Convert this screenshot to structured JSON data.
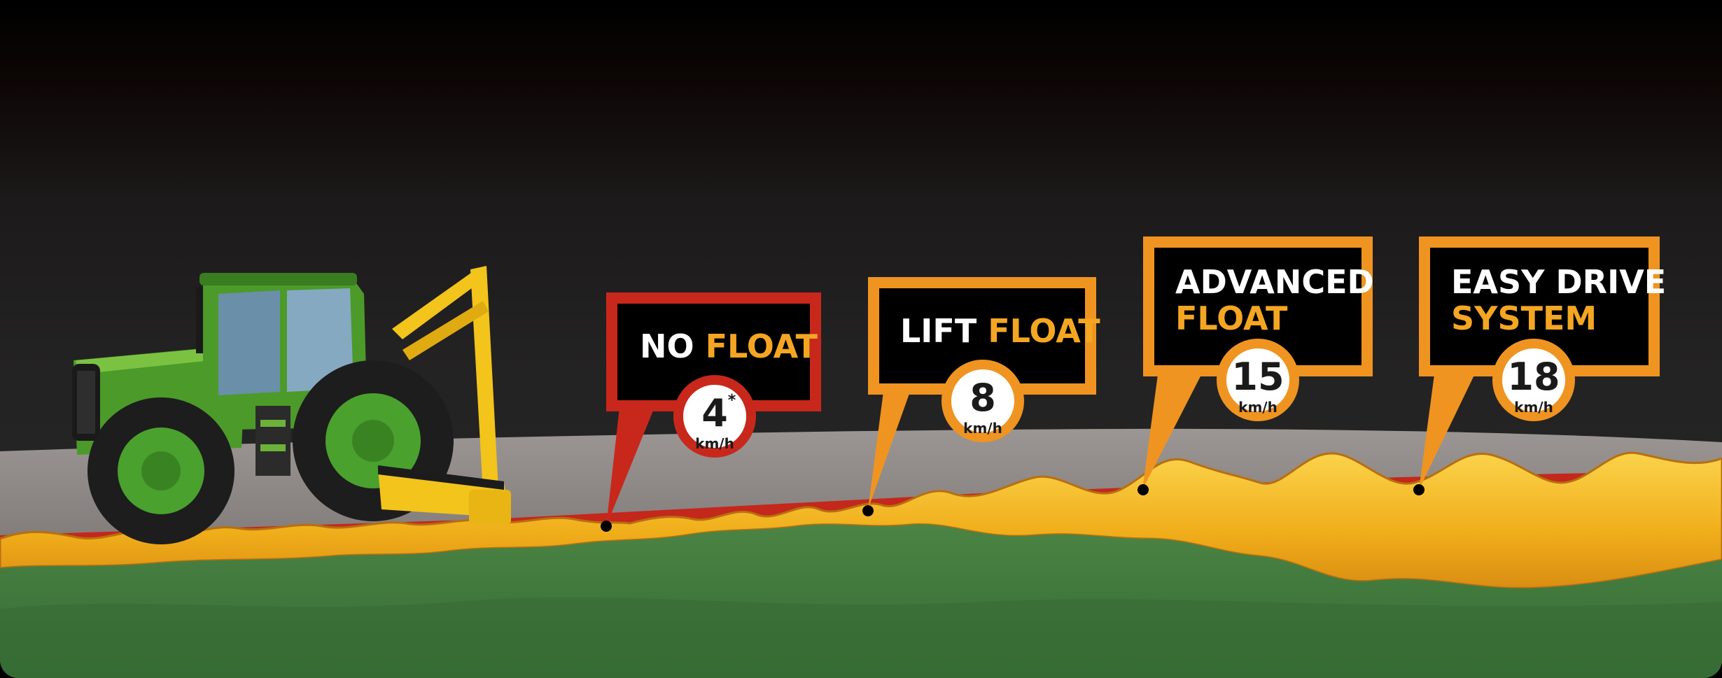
{
  "callouts": [
    {
      "id": "no-float",
      "line1": "NO",
      "line2": "FLOAT",
      "speed": "4",
      "marker": "*",
      "unit": "km/h",
      "color": "#c8281c"
    },
    {
      "id": "lift-float",
      "line1": "LIFT",
      "line2": "FLOAT",
      "speed": "8",
      "marker": "",
      "unit": "km/h",
      "color": "#ef9421"
    },
    {
      "id": "advanced-float",
      "line1": "ADVANCED",
      "line2": "FLOAT",
      "speed": "15",
      "marker": "",
      "unit": "km/h",
      "color": "#ef9421"
    },
    {
      "id": "easy-drive",
      "line1": "EASY DRIVE",
      "line2": "SYSTEM",
      "speed": "18",
      "marker": "",
      "unit": "km/h",
      "color": "#ef9421"
    }
  ],
  "colors": {
    "highlight_text": "#f4a623",
    "grass": "#3f7a3c",
    "road": "#8e8986",
    "road_edge": "#c4271c",
    "terrain_yellow": "#f2b31a",
    "tractor_green": "#4c9a2a",
    "mower_yellow": "#f2c41c"
  },
  "icons": [
    "tractor-icon",
    "hedge-mower-arm-icon"
  ]
}
